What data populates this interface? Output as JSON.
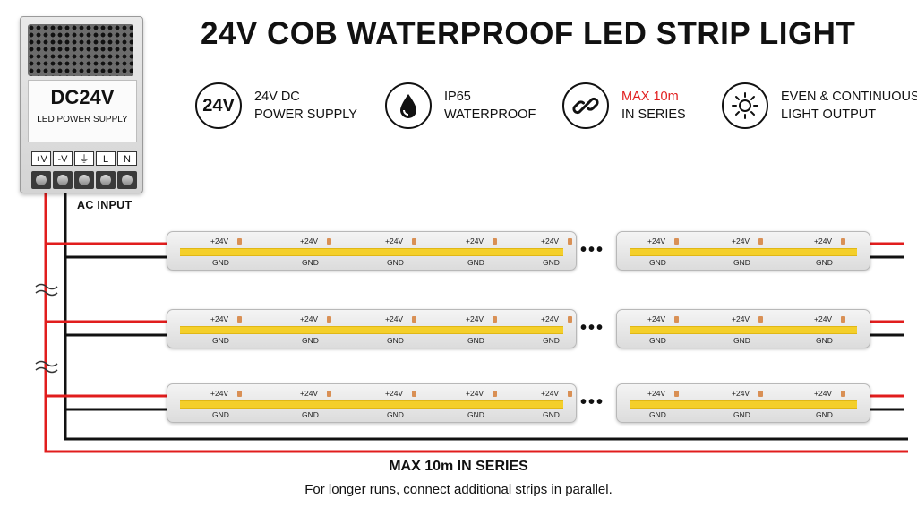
{
  "title": "24V COB WATERPROOF LED STRIP LIGHT",
  "features": [
    {
      "icon": "24v-badge-icon",
      "badge": "24V",
      "line1": "24V DC",
      "line2": "POWER SUPPLY",
      "accent": ""
    },
    {
      "icon": "water-drop-icon",
      "line1": "IP65",
      "line2": "WATERPROOF",
      "accent": ""
    },
    {
      "icon": "chain-link-icon",
      "line1": "MAX 10m",
      "line2": "IN SERIES",
      "accent": "#e11d1d"
    },
    {
      "icon": "sun-icon",
      "line1": "EVEN & CONTINUOUS",
      "line2": "LIGHT OUTPUT",
      "accent": ""
    }
  ],
  "power_supply": {
    "model": "DC24V",
    "name": "LED POWER SUPPLY",
    "terminals": [
      "+V",
      "-V",
      "⏚",
      "L",
      "N"
    ]
  },
  "ac_input_label": "AC INPUT",
  "strip_labels": {
    "positive": "+24V",
    "ground": "GND"
  },
  "ellipsis": "•••",
  "footer": {
    "title": "MAX 10m IN SERIES",
    "text": "For longer runs, connect additional strips in parallel."
  },
  "colors": {
    "positive_wire": "#e11d1d",
    "negative_wire": "#111111",
    "cob_light": "#f4cf2a"
  }
}
